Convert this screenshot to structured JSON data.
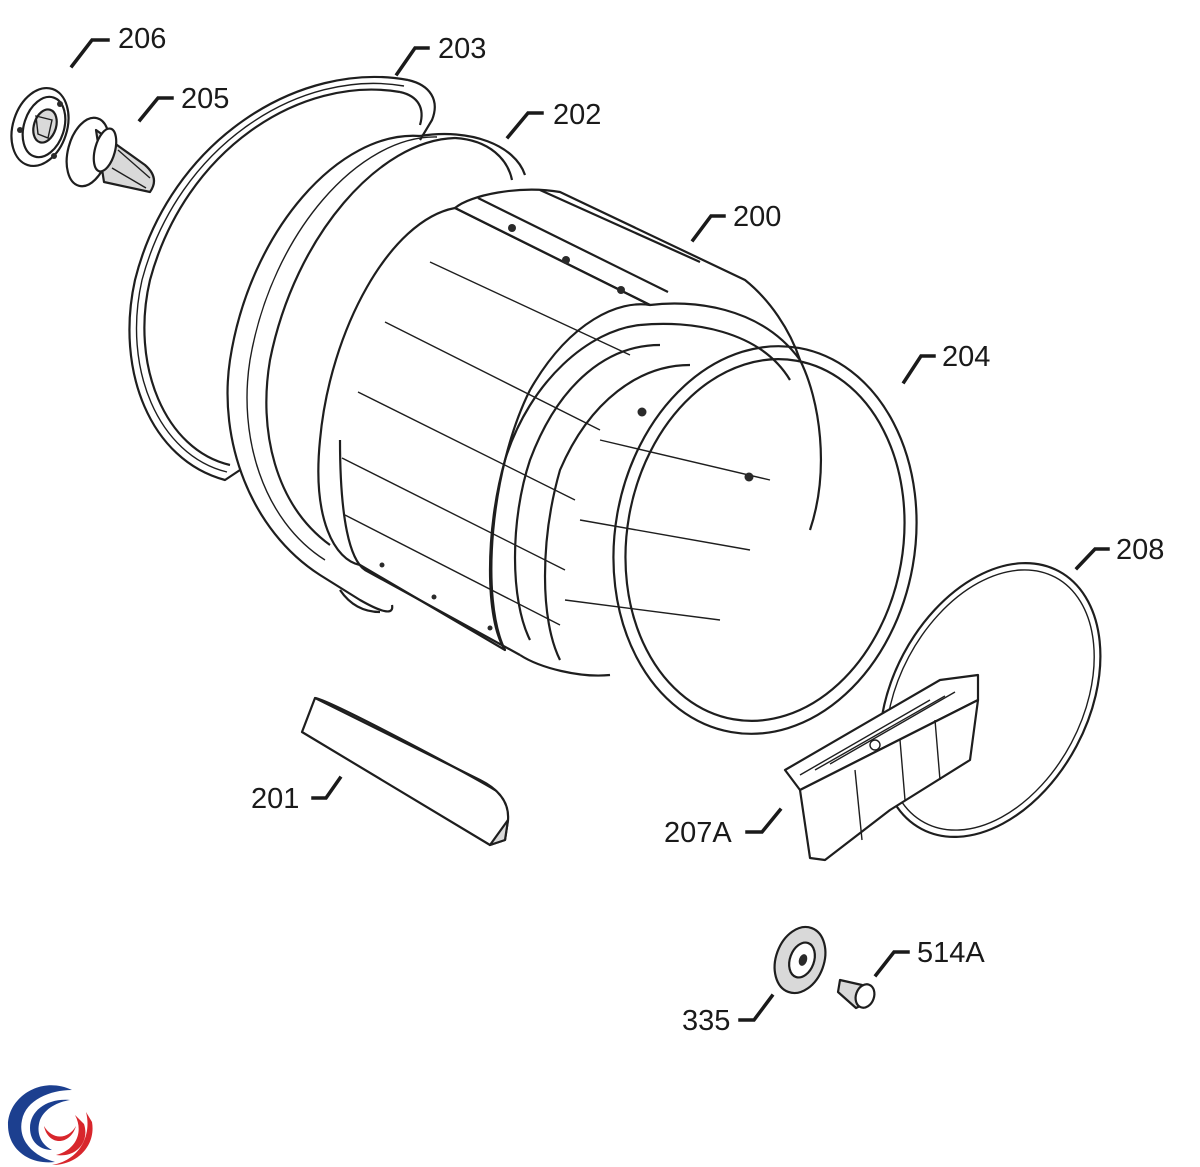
{
  "colors": {
    "line": "#1e1e1e",
    "logo_blue": "#1c3f8f",
    "logo_red": "#d8262c"
  },
  "callouts": {
    "p200": "200",
    "p201": "201",
    "p202": "202",
    "p203": "203",
    "p204": "204",
    "p205": "205",
    "p206": "206",
    "p207a": "207A",
    "p208": "208",
    "p335": "335",
    "p514a": "514A"
  },
  "logo": {
    "icon": "brand-swirl-logo"
  }
}
